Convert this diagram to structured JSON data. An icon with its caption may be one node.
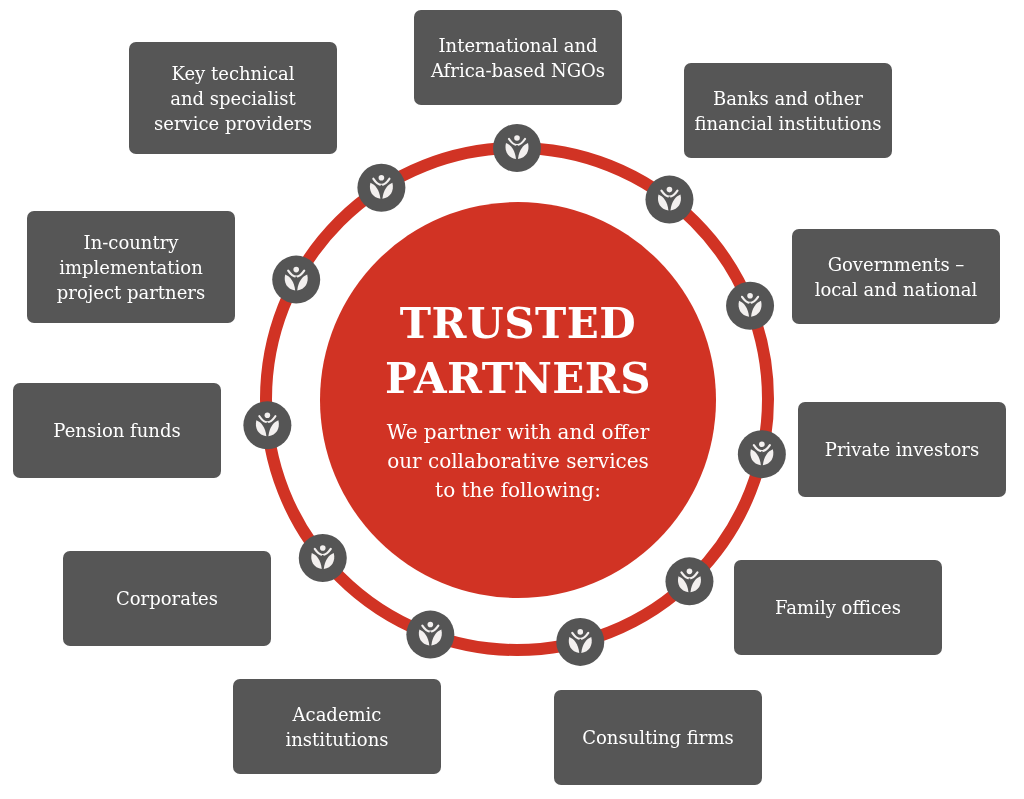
{
  "diagram": {
    "nodes": [
      {
        "text": [
          "TRUSTED PARTNERS",
          "We partner with and offer our collaborative services to the following:"
        ]
      },
      {
        "text": [
          "International and Africa-based NGOs"
        ]
      },
      {
        "text": [
          "Banks and other financial institutions"
        ]
      },
      {
        "text": [
          "Governments – local and national"
        ]
      },
      {
        "text": [
          "Private investors"
        ]
      },
      {
        "text": [
          "Family offices"
        ]
      },
      {
        "text": [
          "Consulting firms"
        ]
      },
      {
        "text": [
          "Academic institutions"
        ]
      },
      {
        "text": [
          "Corporates"
        ]
      },
      {
        "text": [
          "Pension funds"
        ]
      },
      {
        "text": [
          "In-country implementation project partners"
        ]
      },
      {
        "text": [
          "Key technical and specialist service providers"
        ]
      }
    ]
  }
}
